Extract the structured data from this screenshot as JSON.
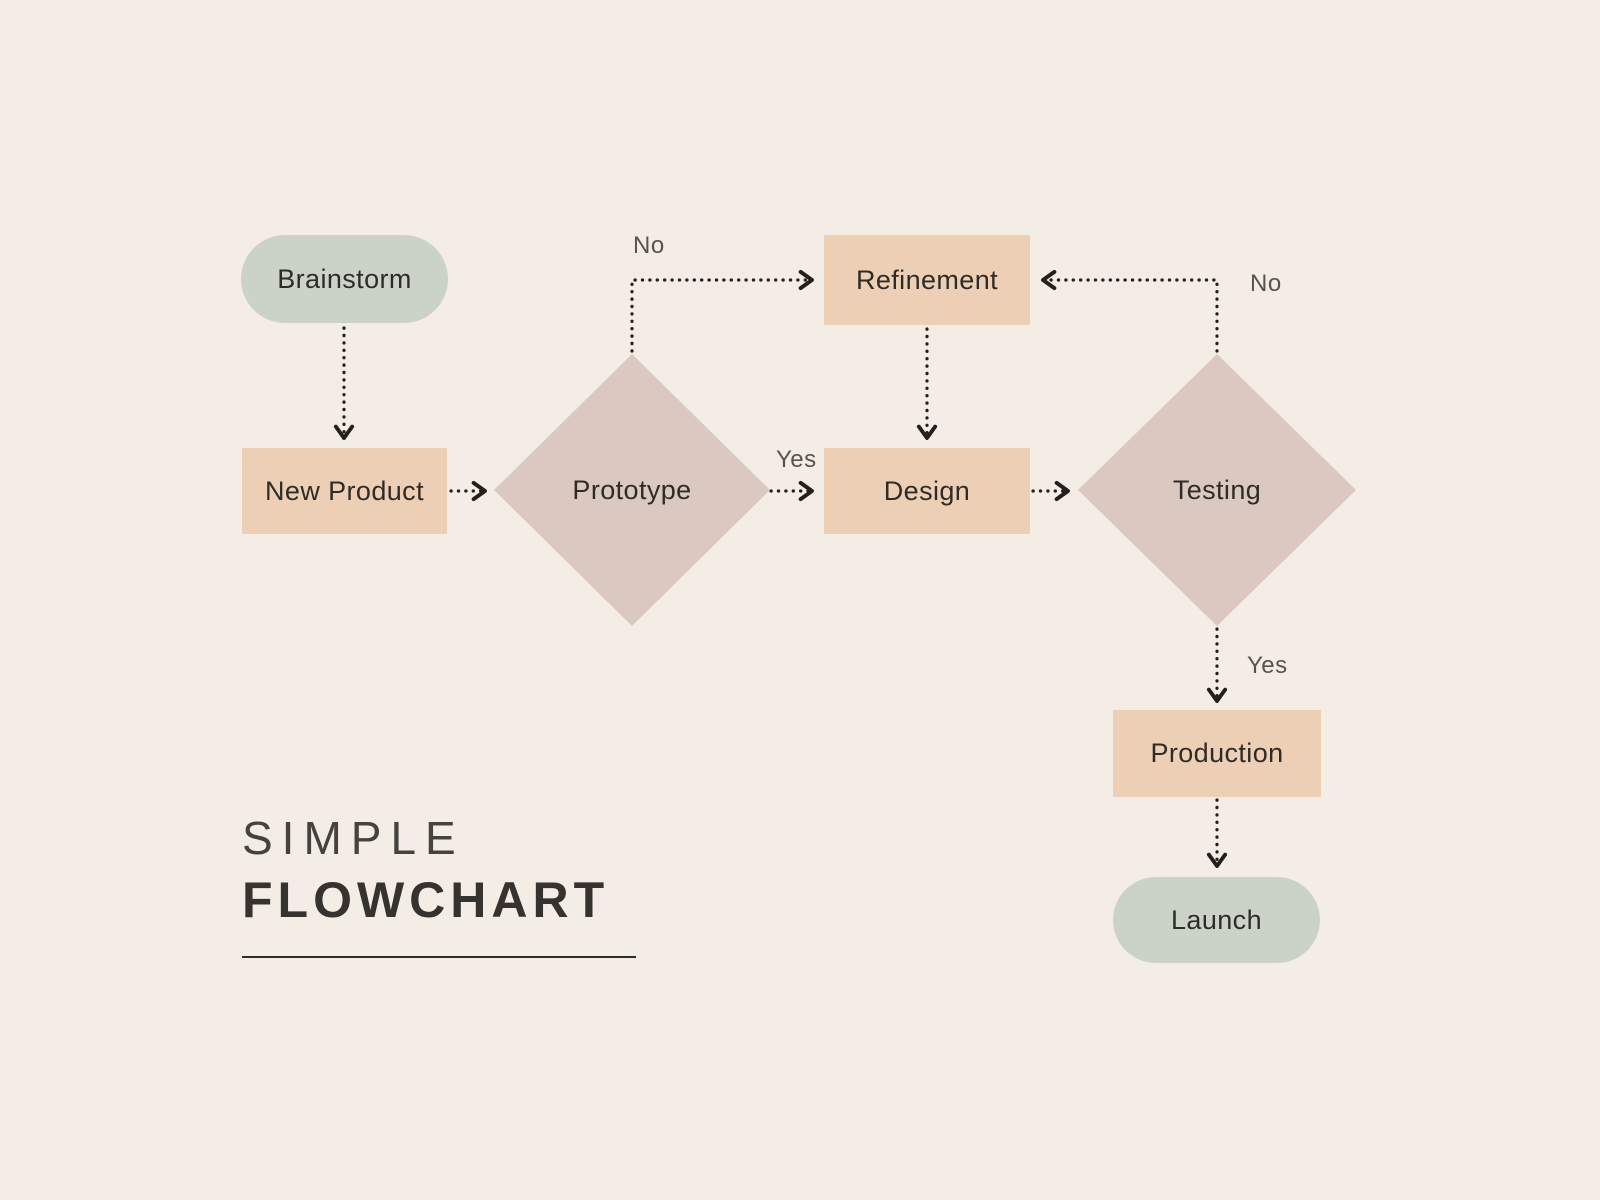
{
  "title": {
    "line1": "SIMPLE",
    "line2": "FLOWCHART"
  },
  "colors": {
    "background": "#f4ede5",
    "terminal_fill": "#cbd3c9",
    "process_fill": "#edcfb6",
    "decision_fill": "#dbc8c0",
    "connector": "#23201c",
    "node_text": "#2f2c28",
    "edge_label_text": "#57534e",
    "title_text": "#35332f"
  },
  "nodes": [
    {
      "id": "brainstorm",
      "label": "Brainstorm",
      "type": "terminal"
    },
    {
      "id": "new-product",
      "label": "New Product",
      "type": "process"
    },
    {
      "id": "prototype",
      "label": "Prototype",
      "type": "decision"
    },
    {
      "id": "refinement",
      "label": "Refinement",
      "type": "process"
    },
    {
      "id": "design",
      "label": "Design",
      "type": "process"
    },
    {
      "id": "testing",
      "label": "Testing",
      "type": "decision"
    },
    {
      "id": "production",
      "label": "Production",
      "type": "process"
    },
    {
      "id": "launch",
      "label": "Launch",
      "type": "terminal"
    }
  ],
  "edges": [
    {
      "from": "Brainstorm",
      "to": "New Product",
      "label": ""
    },
    {
      "from": "New Product",
      "to": "Prototype",
      "label": ""
    },
    {
      "from": "Prototype",
      "to": "Refinement",
      "label": "No"
    },
    {
      "from": "Prototype",
      "to": "Design",
      "label": "Yes"
    },
    {
      "from": "Refinement",
      "to": "Design",
      "label": ""
    },
    {
      "from": "Design",
      "to": "Testing",
      "label": ""
    },
    {
      "from": "Testing",
      "to": "Refinement",
      "label": "No"
    },
    {
      "from": "Testing",
      "to": "Production",
      "label": "Yes"
    },
    {
      "from": "Production",
      "to": "Launch",
      "label": ""
    }
  ]
}
